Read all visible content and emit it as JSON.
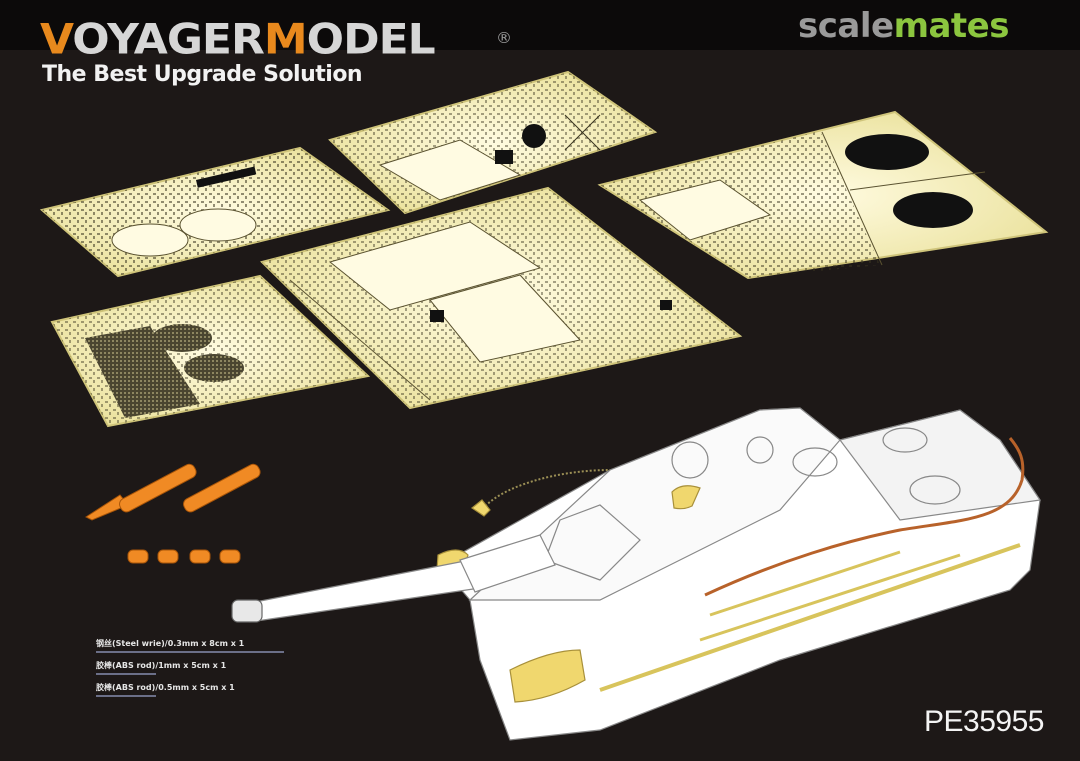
{
  "header": {
    "brand_part1_orange": "V",
    "brand_part2_gray": "OYAGER",
    "brand_part3_orange": "M",
    "brand_part4_gray": "ODEL",
    "registered_mark": "®",
    "tagline": "The Best Upgrade Solution",
    "watermark_part1": "scale",
    "watermark_part2": "mates"
  },
  "product": {
    "code": "PE35955",
    "description_image": "photo-etched brass sheets and tank destroyer assembly illustration"
  },
  "materials": [
    {
      "label": "钢丝(Steel wrie)/0.3mm x 8cm x 1",
      "rule_width": 188
    },
    {
      "label": "胶棒(ABS rod)/1mm x 5cm x 1",
      "rule_width": 60
    },
    {
      "label": "胶棒(ABS rod)/0.5mm x 5cm x 1",
      "rule_width": 60
    }
  ],
  "colors": {
    "background": "#1d1817",
    "topbar": "#0c0a0a",
    "brand_orange": "#e8891d",
    "brand_gray": "#d6d6d6",
    "scalemates_green": "#8cc63f",
    "brass": "#efe8a4",
    "turned_parts": "#f08a24",
    "copper_wire": "#b8622a"
  }
}
